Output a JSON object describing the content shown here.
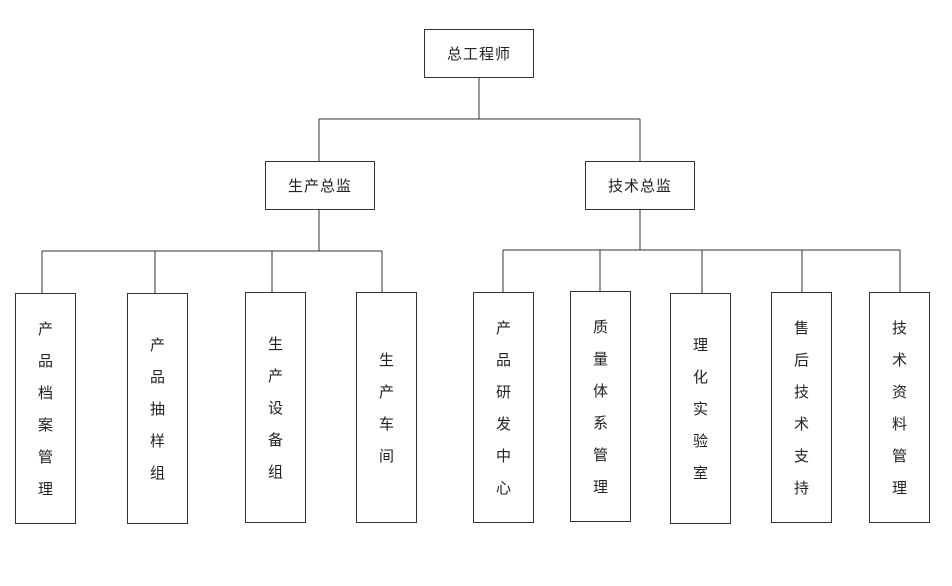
{
  "nodes": {
    "root": "总工程师",
    "production_director": "生产总监",
    "tech_director": "技术总监",
    "prod_archive": "产品档案管理",
    "prod_sampling": "产品抽样组",
    "equipment": "生产设备组",
    "workshop": "生产车间",
    "rnd": "产品研发中心",
    "quality": "质量体系管理",
    "lab": "理化实验室",
    "after_sales": "售后技术支持",
    "tech_docs": "技术资料管理"
  }
}
